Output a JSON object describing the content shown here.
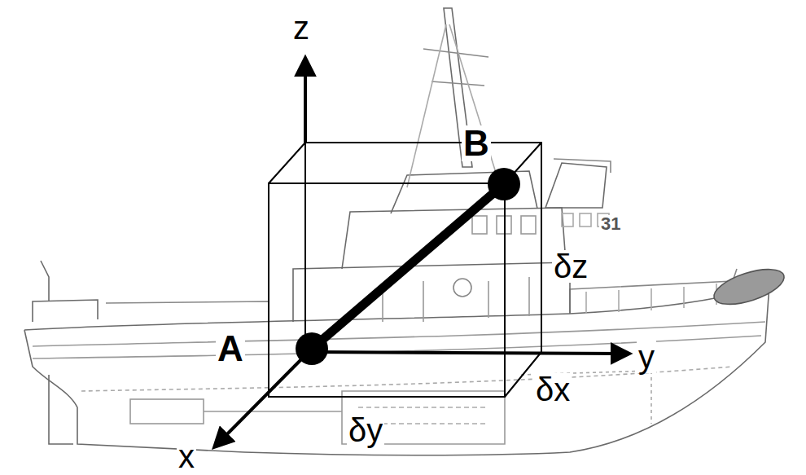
{
  "diagram": {
    "nodes": [
      {
        "text": [
          "A"
        ]
      },
      {
        "text": [
          "B"
        ]
      }
    ],
    "edges": [
      {
        "from": 0,
        "to": 1,
        "arrow": "none"
      }
    ],
    "labels": [
      "z",
      "y",
      "x",
      "δz",
      "δx",
      "δy",
      "31"
    ]
  }
}
